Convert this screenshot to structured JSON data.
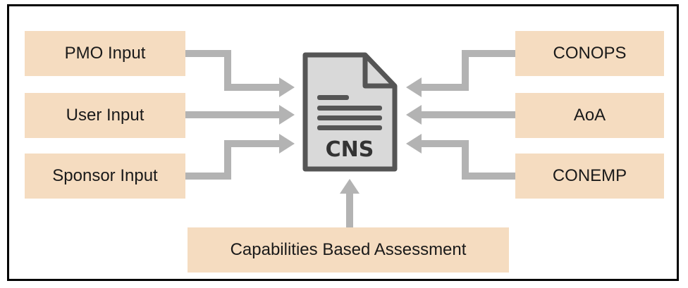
{
  "diagram": {
    "center_document": {
      "label": "CNS",
      "icon": "document-icon"
    },
    "left_inputs": [
      {
        "label": "PMO Input"
      },
      {
        "label": "User Input"
      },
      {
        "label": "Sponsor Input"
      }
    ],
    "right_inputs": [
      {
        "label": "CONOPS"
      },
      {
        "label": "AoA"
      },
      {
        "label": "CONEMP"
      }
    ],
    "bottom_input": {
      "label": "Capabilities Based Assessment"
    },
    "colors": {
      "box_fill": "#f5dcc0",
      "arrow": "#b3b3b3",
      "document_fill": "#d9d9d9",
      "document_stroke": "#555555",
      "border": "#000000"
    }
  }
}
